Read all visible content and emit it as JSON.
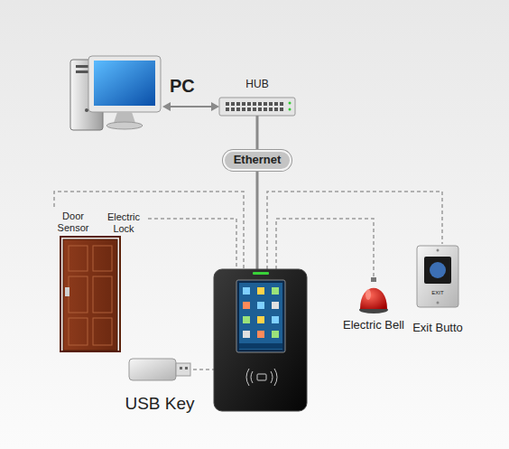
{
  "diagram": {
    "nodes": [
      {
        "text": [
          "PC"
        ]
      },
      {
        "text": [
          "HUB"
        ]
      },
      {
        "text": [
          "Ethernet"
        ]
      },
      {
        "text": [
          "Electric Bell"
        ]
      },
      {
        "text": [
          "Exit Butto"
        ]
      },
      {
        "text": [
          "USB Key"
        ]
      }
    ],
    "edges": [
      {
        "from": 0,
        "to": 1,
        "arrow": "both"
      },
      {
        "from": 1,
        "to": 2,
        "arrow": "none"
      }
    ],
    "labels": [
      "Door Sensor",
      "Electric Lock",
      "EXIT"
    ]
  }
}
